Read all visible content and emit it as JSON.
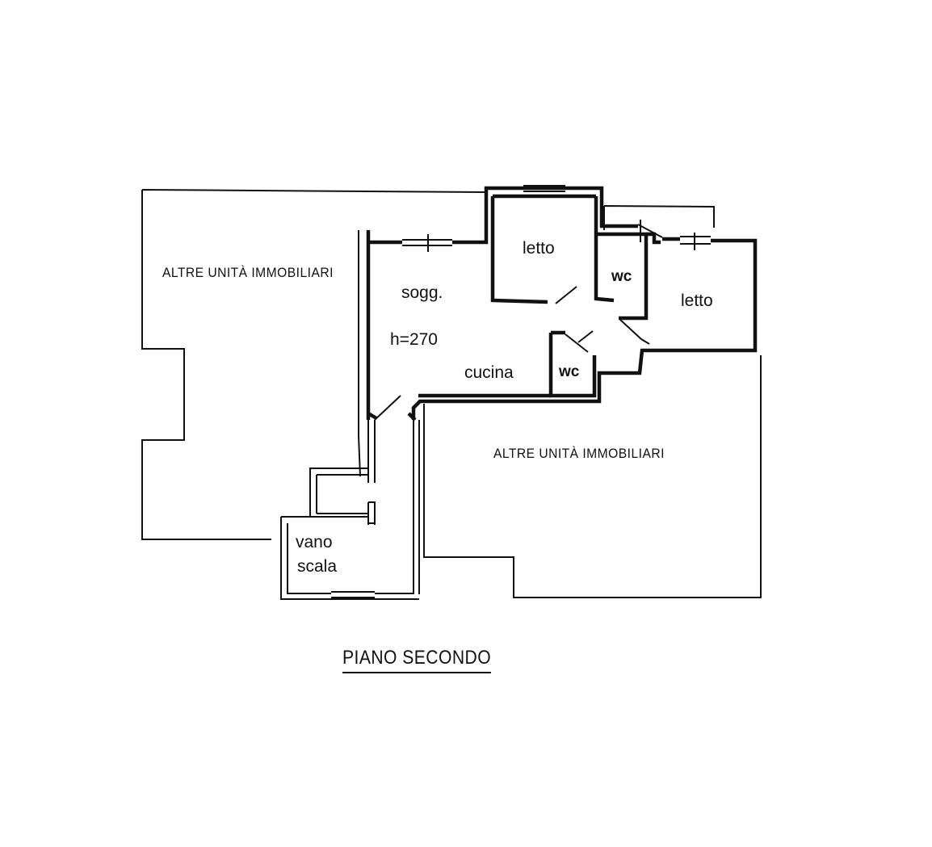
{
  "title": "PIANO SECONDO",
  "areas": {
    "other_units_left": "ALTRE UNITÀ IMMOBILIARI",
    "other_units_right": "ALTRE UNITÀ IMMOBILIARI"
  },
  "rooms": {
    "living": "sogg.",
    "ceiling_height": "h=270",
    "kitchen": "cucina",
    "bedroom_1": "letto",
    "bedroom_2": "letto",
    "bathroom_1": "wc",
    "bathroom_2": "wc",
    "stairwell_line1": "vano",
    "stairwell_line2": "scala"
  }
}
